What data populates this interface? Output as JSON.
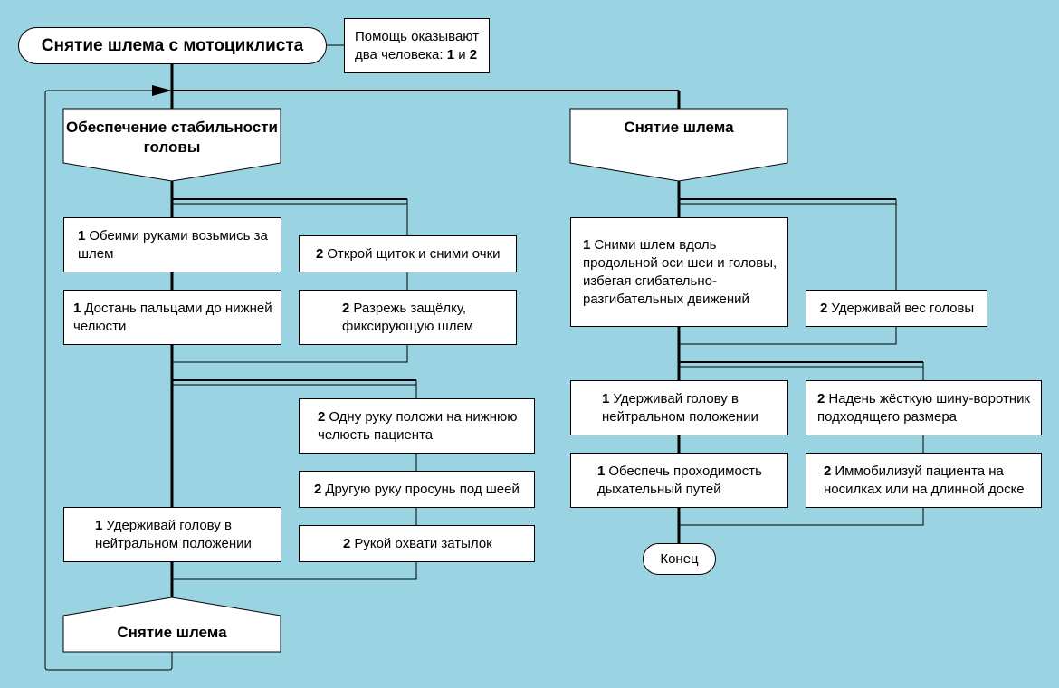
{
  "title": "Снятие шлема с мотоциклиста",
  "note": {
    "line1": "Помощь оказывают",
    "line2_prefix": "два человека: ",
    "n1": "1",
    "and": " и ",
    "n2": "2"
  },
  "left_header": "Обеспечение стабильности головы",
  "right_header": "Снятие шлема",
  "bottom_header": "Снятие шлема",
  "end_label": "Конец",
  "steps": {
    "l1": {
      "num": "1",
      "text": "Обеими руками возьмись за шлем"
    },
    "l2": {
      "num": "2",
      "text": "Открой щиток и сними очки"
    },
    "l3": {
      "num": "1",
      "text": "Достань пальцами до нижней челюсти"
    },
    "l4": {
      "num": "2",
      "text": "Разрежь защёлку, фиксирующую шлем"
    },
    "l5": {
      "num": "2",
      "text": "Одну руку положи на нижнюю челюсть пациента"
    },
    "l6": {
      "num": "2",
      "text": "Другую руку просунь под шеей"
    },
    "l7": {
      "num": "1",
      "text": "Удерживай голову в нейтральном положении"
    },
    "l8": {
      "num": "2",
      "text": "Рукой охвати затылок"
    },
    "r1": {
      "num": "1",
      "text": "Сними шлем вдоль продольной оси шеи и головы, избегая сгибательно-разгибательных движений"
    },
    "r2": {
      "num": "2",
      "text": "Удерживай вес головы"
    },
    "r3": {
      "num": "1",
      "text": "Удерживай голову в нейтральном положении"
    },
    "r4": {
      "num": "2",
      "text": "Надень жёсткую шину-воротник подходящего размера"
    },
    "r5": {
      "num": "1",
      "text": "Обеспечь проходимость дыхательный путей"
    },
    "r6": {
      "num": "2",
      "text": "Иммобилизуй пациента на носилках или на длинной доске"
    }
  }
}
